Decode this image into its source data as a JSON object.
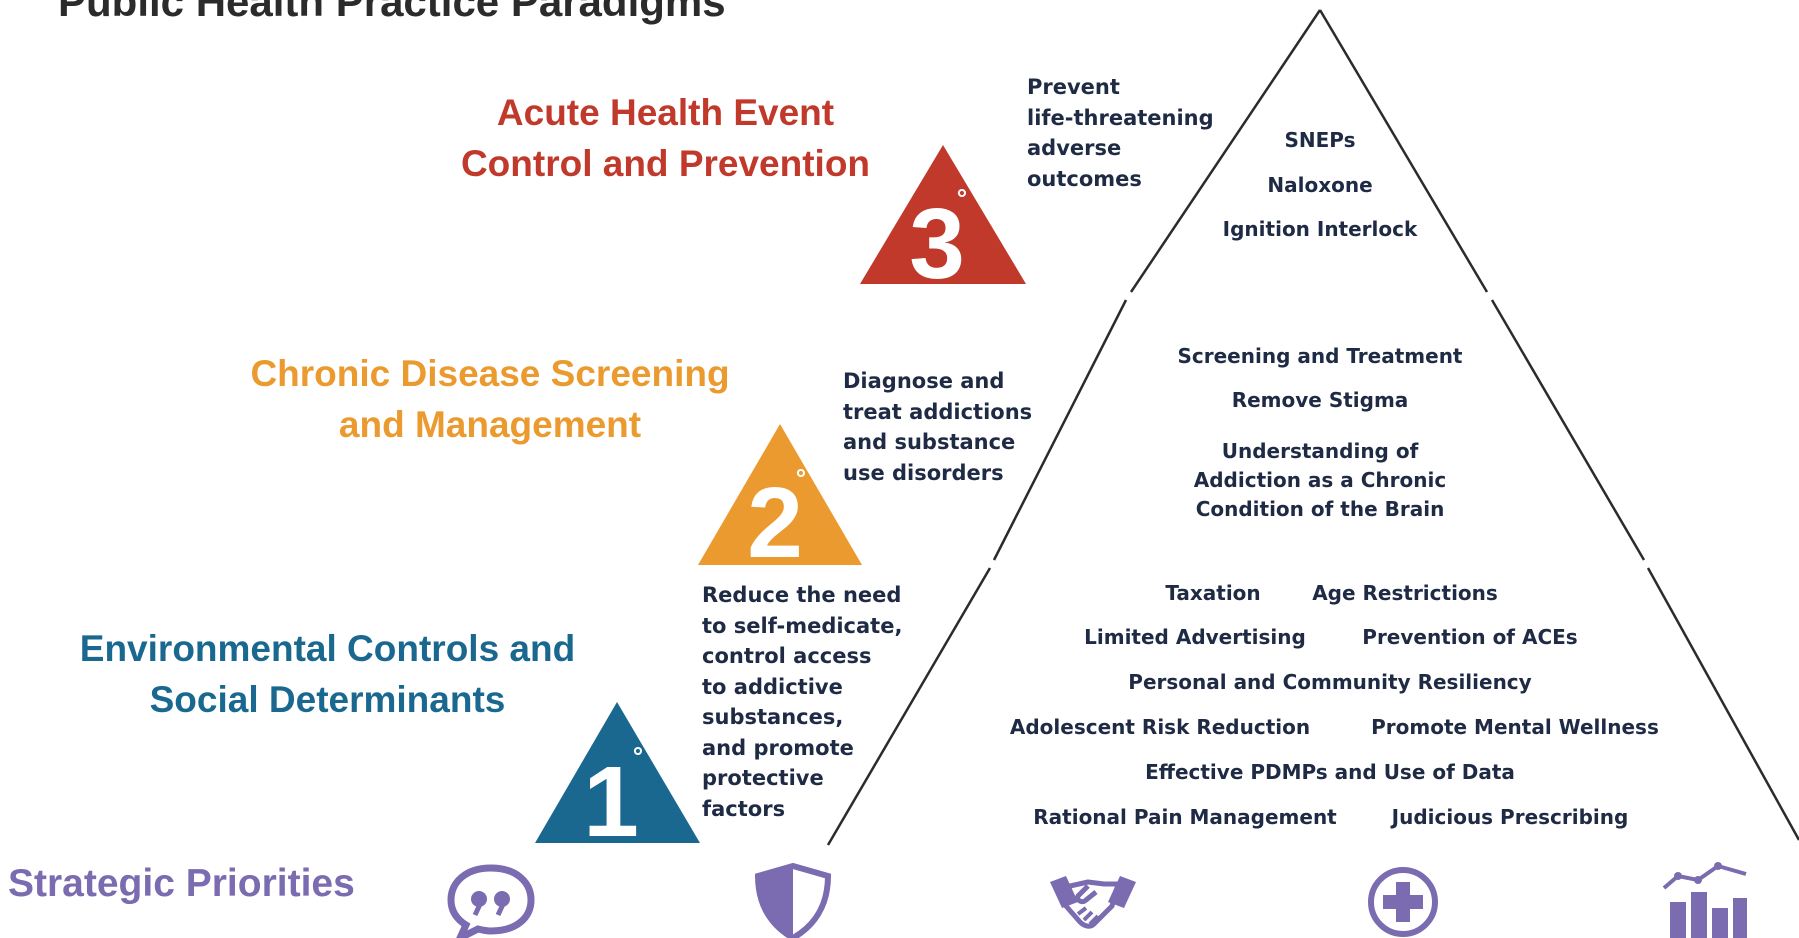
{
  "page": {
    "title": "Public Health Practice Paradigms"
  },
  "tiers": [
    {
      "level": "3",
      "degree": "°",
      "title_lines": [
        "Acute Health Event",
        "Control and Prevention"
      ],
      "color": "#c0392b",
      "description_lines": [
        "Prevent",
        "life-threatening",
        "adverse",
        "outcomes"
      ],
      "pyramid_items": [
        "SNEPs",
        "Naloxone",
        "Ignition Interlock"
      ]
    },
    {
      "level": "2",
      "degree": "°",
      "title_lines": [
        "Chronic Disease Screening",
        "and Management"
      ],
      "color": "#eb9a2f",
      "description_lines": [
        "Diagnose and",
        "treat addictions",
        "and substance",
        "use disorders"
      ],
      "pyramid_items": [
        "Screening and Treatment",
        "Remove Stigma",
        "Understanding of",
        "Addiction as a Chronic",
        "Condition of the Brain"
      ]
    },
    {
      "level": "1",
      "degree": "°",
      "title_lines": [
        "Environmental Controls and",
        "Social Determinants"
      ],
      "color": "#1a6890",
      "description_lines": [
        "Reduce the need",
        "to self-medicate,",
        "control access",
        "to addictive",
        "substances,",
        "and promote",
        "protective",
        "factors"
      ],
      "pyramid_items": [
        "Taxation",
        "Age Restrictions",
        "Limited Advertising",
        "Prevention of ACEs",
        "Personal and Community Resiliency",
        "Adolescent Risk Reduction",
        "Promote Mental Wellness",
        "Effective PDMPs and Use of Data",
        "Rational Pain Management",
        "Judicious Prescribing"
      ]
    }
  ],
  "strategic_priorities": {
    "label": "Strategic Priorities",
    "color": "#7b6bb0",
    "icons": [
      "speech-bubble-quote-icon",
      "shield-icon",
      "handshake-icon",
      "medical-cross-icon",
      "bar-chart-trend-icon"
    ]
  }
}
